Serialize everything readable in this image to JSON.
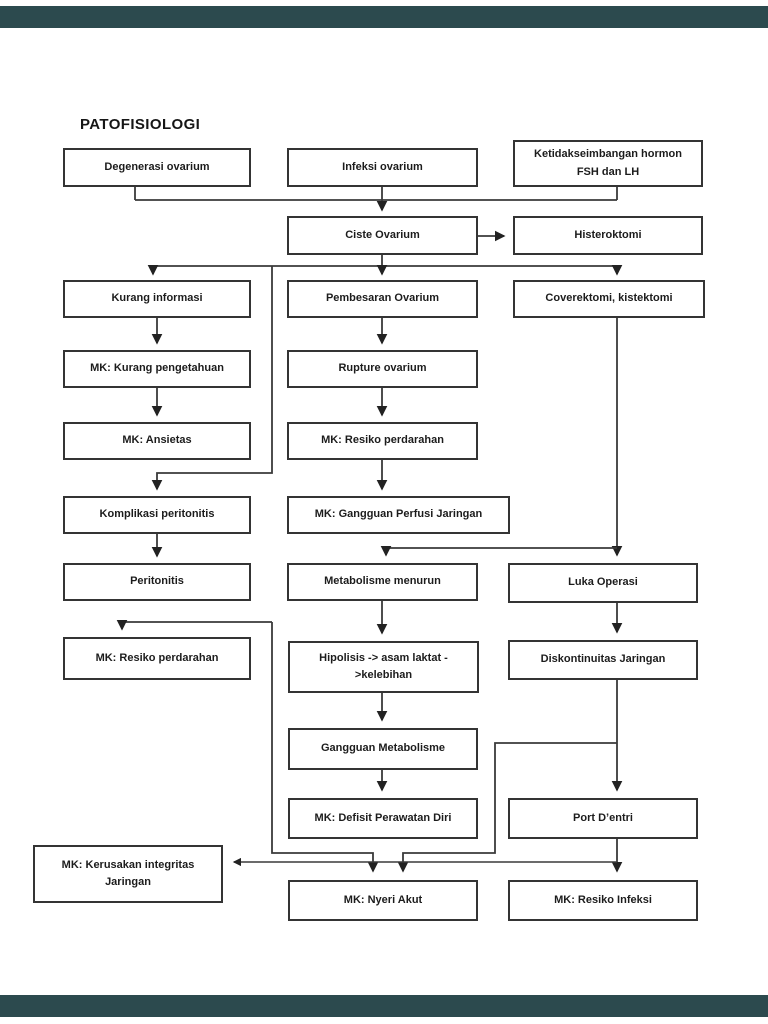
{
  "page": {
    "title": "PATOFISIOLOGI"
  },
  "viewer": {
    "bar_color": "#2c4a4e"
  },
  "style_colors": {
    "box_border": "#343434",
    "line_color": "#3a3a3a",
    "text_color": "#1c1c1c"
  },
  "boxes": {
    "degenerasi": "Degenerasi ovarium",
    "infeksi": "Infeksi ovarium",
    "ketidakseimbangan": "Ketidakseimbangan hormon FSH dan LH",
    "ciste": "Ciste Ovarium",
    "histeroktomi": "Histeroktomi",
    "kurang_informasi": "Kurang informasi",
    "pembesaran": "Pembesaran Ovarium",
    "coverektomi": "Coverektomi, kistektomi",
    "mk_kurang_pengetahuan": "MK: Kurang pengetahuan",
    "rupture": "Rupture ovarium",
    "mk_ansietas": "MK: Ansietas",
    "mk_resiko_perdarahan_mid": "MK: Resiko perdarahan",
    "komplikasi_peritonitis": "Komplikasi peritonitis",
    "mk_gangguan_perfusi": "MK: Gangguan Perfusi Jaringan",
    "peritonitis": "Peritonitis",
    "metabolisme_menurun": "Metabolisme menurun",
    "luka_operasi": "Luka Operasi",
    "mk_resiko_perdarahan_left": "MK: Resiko perdarahan",
    "hipolisis": "Hipolisis -> asam laktat ->kelebihan",
    "diskontinuitas": "Diskontinuitas Jaringan",
    "gangguan_metabolisme": "Gangguan Metabolisme",
    "mk_defisit_perawatan": "MK: Defisit Perawatan Diri",
    "port_dentri": "Port D’entri",
    "mk_kerusakan_integritas": "MK: Kerusakan integritas Jaringan",
    "mk_nyeri_akut": "MK: Nyeri Akut",
    "mk_resiko_infeksi": "MK: Resiko Infeksi"
  }
}
